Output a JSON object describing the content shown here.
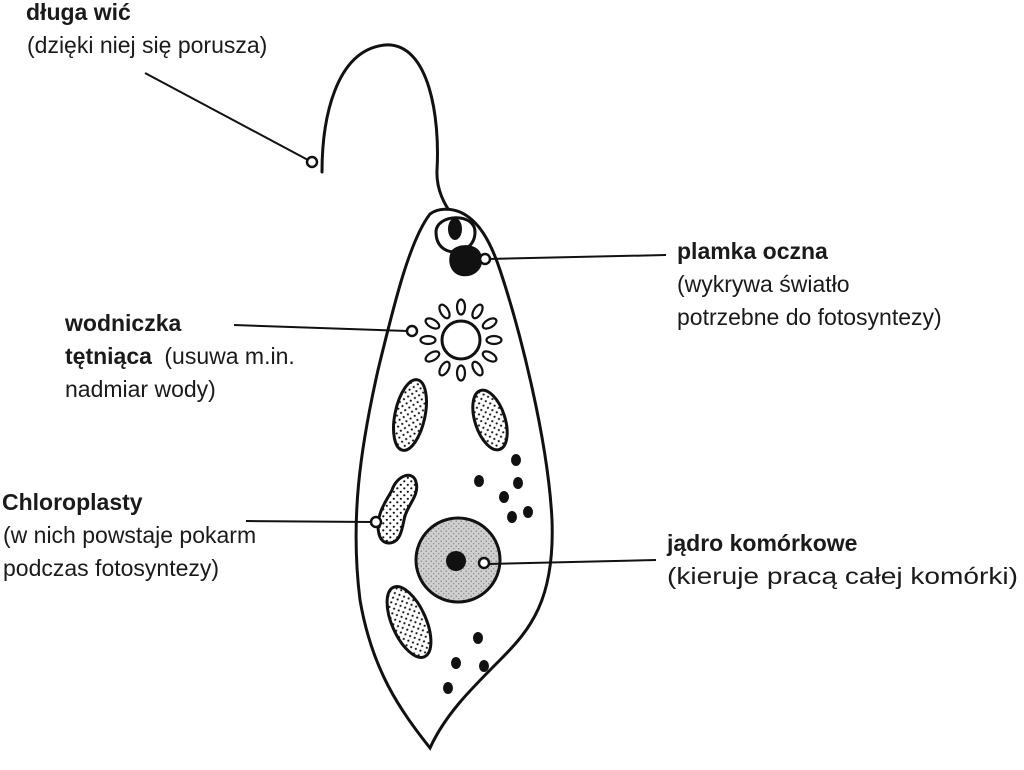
{
  "labels": {
    "flagellum": {
      "title": "długa wić",
      "desc": "(dzięki niej się porusza)"
    },
    "eyespot": {
      "title": "plamka oczna",
      "desc_line1": "(wykrywa światło",
      "desc_line2": "potrzebne do fotosyntezy)"
    },
    "vacuole": {
      "title_line1": "wodniczka",
      "title_line2": "tętniąca",
      "desc_line1": "(usuwa m.in.",
      "desc_line2": "nadmiar wody)"
    },
    "chloroplasts": {
      "title": "Chloroplasty",
      "desc_line1": "(w nich powstaje pokarm",
      "desc_line2": "podczas fotosyntezy)"
    },
    "nucleus": {
      "title": "jądro komórkowe",
      "desc": "(kieruje pracą całej komórki)"
    }
  },
  "colors": {
    "ink": "#111111",
    "nucleus_fill": "#d0d0d0",
    "text": "#1a1a1a"
  }
}
